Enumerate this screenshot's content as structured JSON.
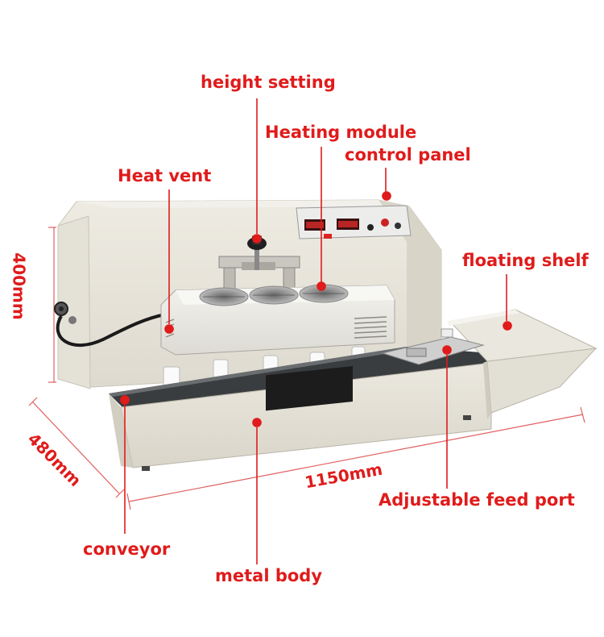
{
  "labels": {
    "height_setting": "height setting",
    "heating_module": "Heating module",
    "control_panel": "control panel",
    "heat_vent": "Heat vent",
    "floating_shelf": "floating shelf",
    "adjustable_feed_port": "Adjustable feed port",
    "conveyor": "conveyor",
    "metal_body": "metal body"
  },
  "dimensions": {
    "height": "400mm",
    "depth": "480mm",
    "length": "1150mm"
  },
  "colors": {
    "annotation_red": "#e01b1b",
    "machine_body": "#e9e6dc",
    "machine_shadow": "#c9c5b8",
    "conveyor_belt": "#3a3d40",
    "dimension_line": "#e06060"
  }
}
